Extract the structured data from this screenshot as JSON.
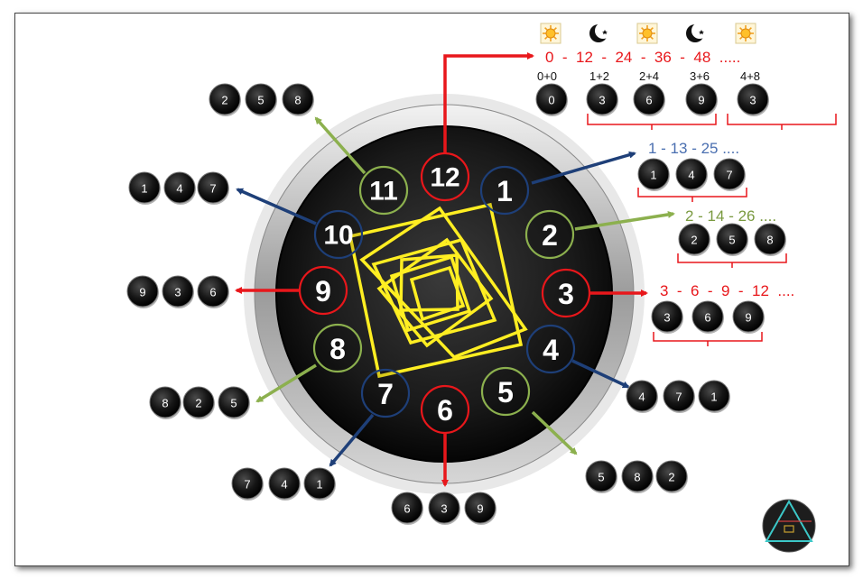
{
  "clock_numbers": [
    "12",
    "1",
    "2",
    "3",
    "4",
    "5",
    "6",
    "7",
    "8",
    "9",
    "10",
    "11"
  ],
  "colors": {
    "red": "#e8171b",
    "blue": "#1e3f78",
    "green": "#8cb04e",
    "yellow": "#ffee22",
    "ball": "#141414"
  },
  "groups": {
    "n12": [
      "0",
      "3",
      "6",
      "9",
      "3"
    ],
    "n1": [
      "1",
      "4",
      "7"
    ],
    "n2": [
      "2",
      "5",
      "8"
    ],
    "n3": [
      "3",
      "6",
      "9"
    ],
    "n4": [
      "4",
      "7",
      "1"
    ],
    "n5": [
      "5",
      "8",
      "2"
    ],
    "n6": [
      "6",
      "3",
      "9"
    ],
    "n7": [
      "7",
      "4",
      "1"
    ],
    "n8": [
      "8",
      "2",
      "5"
    ],
    "n9": [
      "9",
      "3",
      "6"
    ],
    "n10": [
      "1",
      "4",
      "7"
    ],
    "n11": [
      "2",
      "5",
      "8"
    ]
  },
  "sequences": {
    "red12": "0  -  12  -  24  -  36  -  48  .....",
    "blue1": "1 - 13 - 25 ....",
    "green2": "2 - 14 - 26 ....",
    "red3": "3  -  6  -  9  -  12  ...."
  },
  "sums": [
    "0+0",
    "1+2",
    "2+4",
    "3+6",
    "4+8"
  ],
  "day_night_icons": [
    "sun-icon",
    "moon-icon",
    "sun-icon",
    "moon-icon",
    "sun-icon"
  ]
}
